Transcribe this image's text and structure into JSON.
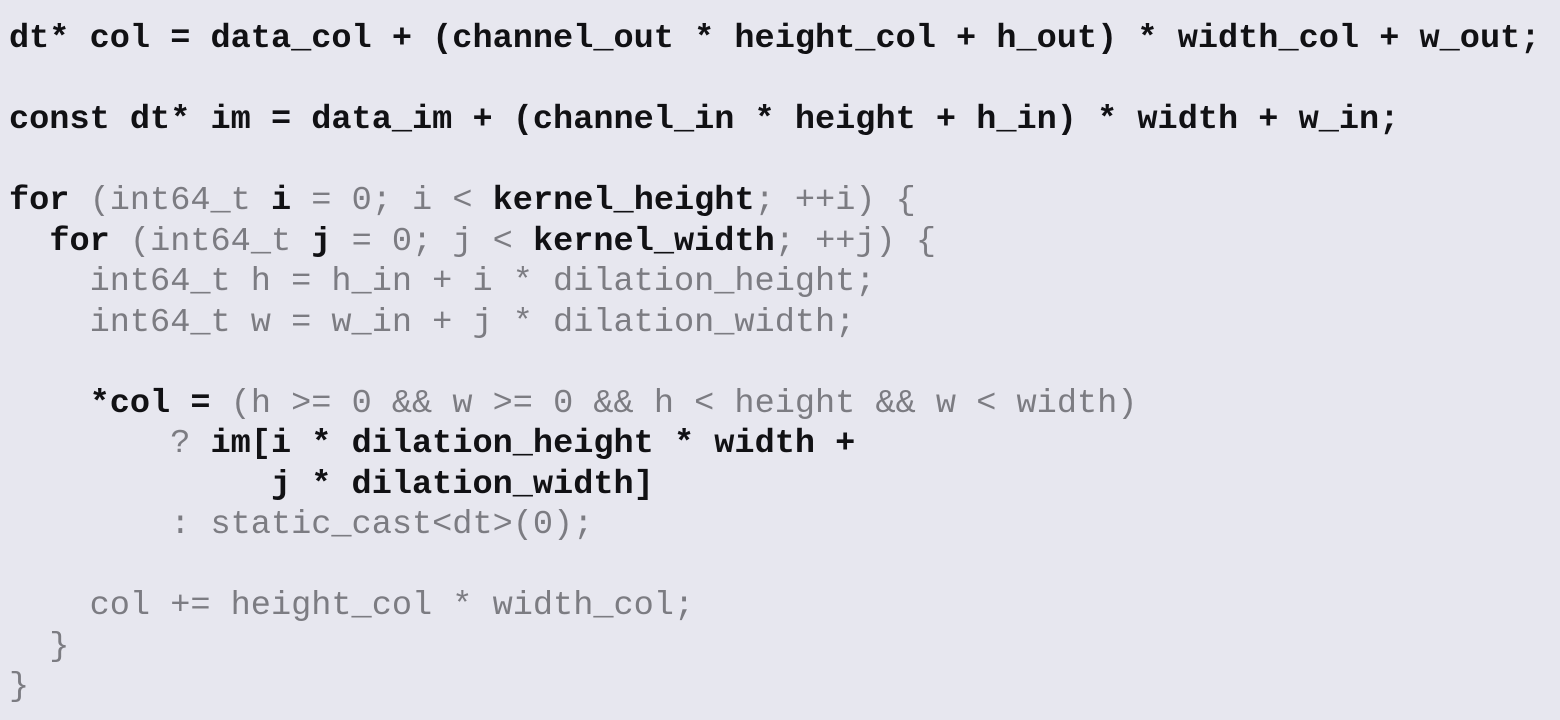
{
  "code": {
    "lines": [
      [
        {
          "t": "dt* col = data_col + (channel_out * height_col + h_out) * width_col + w_out;",
          "s": "b"
        }
      ],
      [],
      [
        {
          "t": "const dt* im = data_im + (channel_in * height + h_in) * width + w_in;",
          "s": "b"
        }
      ],
      [],
      [
        {
          "t": "for",
          "s": "b"
        },
        {
          "t": " (int64_t ",
          "s": "g"
        },
        {
          "t": "i",
          "s": "b"
        },
        {
          "t": " = 0; i < ",
          "s": "g"
        },
        {
          "t": "kernel_height",
          "s": "b"
        },
        {
          "t": "; ++i) {",
          "s": "g"
        }
      ],
      [
        {
          "t": "  ",
          "s": "g"
        },
        {
          "t": "for",
          "s": "b"
        },
        {
          "t": " (int64_t ",
          "s": "g"
        },
        {
          "t": "j",
          "s": "b"
        },
        {
          "t": " = 0; j < ",
          "s": "g"
        },
        {
          "t": "kernel_width",
          "s": "b"
        },
        {
          "t": "; ++j) {",
          "s": "g"
        }
      ],
      [
        {
          "t": "    int64_t h = h_in + i * dilation_height;",
          "s": "g"
        }
      ],
      [
        {
          "t": "    int64_t w = w_in + j * dilation_width;",
          "s": "g"
        }
      ],
      [],
      [
        {
          "t": "    ",
          "s": "g"
        },
        {
          "t": "*col =",
          "s": "b"
        },
        {
          "t": " (h >= 0 && w >= 0 && h < height && w < width)",
          "s": "g"
        }
      ],
      [
        {
          "t": "        ? ",
          "s": "g"
        },
        {
          "t": "im[i * dilation_height * width +",
          "s": "b"
        }
      ],
      [
        {
          "t": "             j * dilation_width]",
          "s": "b"
        }
      ],
      [
        {
          "t": "        : static_cast<dt>(0);",
          "s": "g"
        }
      ],
      [],
      [
        {
          "t": "    col += height_col * width_col;",
          "s": "g"
        }
      ],
      [
        {
          "t": "  }",
          "s": "g"
        }
      ],
      [
        {
          "t": "}",
          "s": "g"
        }
      ]
    ]
  }
}
